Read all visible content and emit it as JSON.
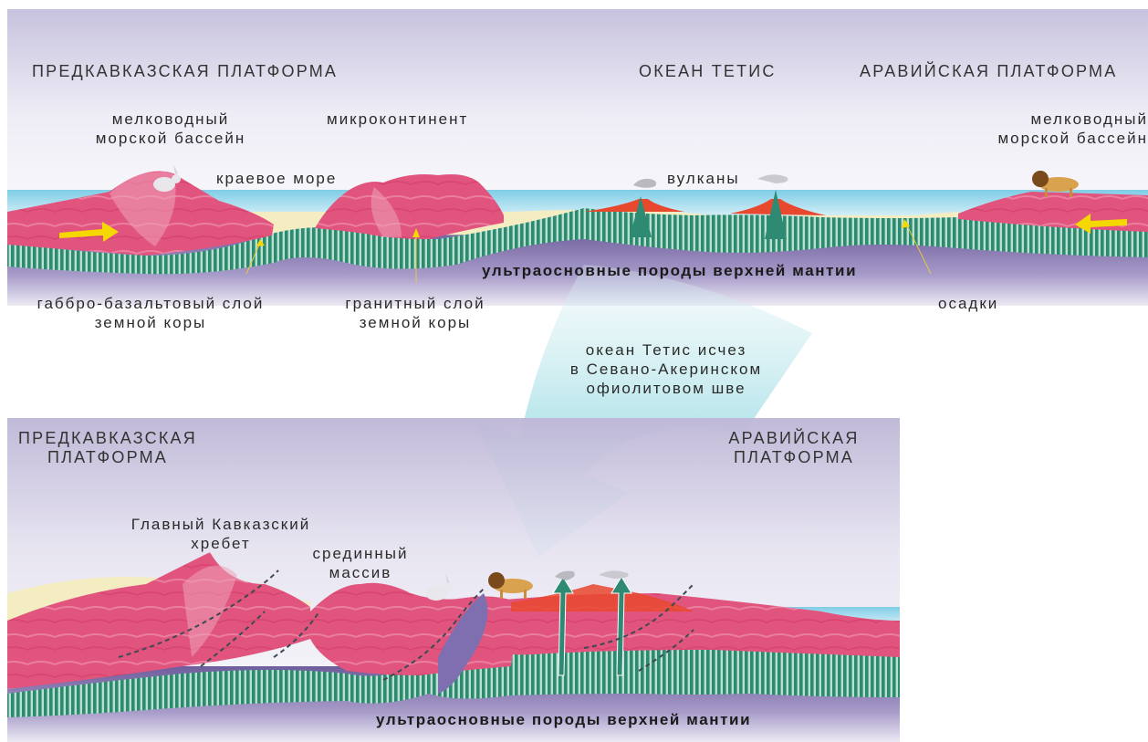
{
  "top": {
    "platform_left": "ПРЕДКАВКАЗСКАЯ ПЛАТФОРМА",
    "ocean": "ОКЕАН ТЕТИС",
    "platform_right": "АРАВИЙСКАЯ ПЛАТФОРМА",
    "shallow_sea_left": [
      "мелководный",
      "морской бассейн"
    ],
    "microcontinent": "микроконтинент",
    "marginal_sea": "краевое море",
    "volcanoes": "вулканы",
    "shallow_sea_right": [
      "мелководный",
      "морской бассейн"
    ],
    "mantle": "ультраосновные породы верхней мантии",
    "gabbro_layer": [
      "габбро-базальтовый слой",
      "земной коры"
    ],
    "granite_layer": [
      "гранитный слой",
      "земной коры"
    ],
    "sediments": "осадки"
  },
  "transition": [
    "океан Тетис исчез",
    "в Севано-Акеринском",
    "офиолитовом шве"
  ],
  "bottom": {
    "platform_left": [
      "ПРЕДКАВКАЗСКАЯ",
      "ПЛАТФОРМА"
    ],
    "platform_right": [
      "АРАВИЙСКАЯ",
      "ПЛАТФОРМА"
    ],
    "main_ridge": [
      "Главный Кавказский",
      "хребет"
    ],
    "median_massif": [
      "срединный",
      "массив"
    ],
    "mantle": "ультраосновные породы верхней мантии"
  },
  "colors": {
    "sky_top": "#f4f3fa",
    "sky_bottom": "#c9c3de",
    "crust_pink": "#e0557f",
    "crust_light": "#ee9ab3",
    "basalt_green": "#2e8a72",
    "mantle_purple": "#8a7ab5",
    "sea_blue": "#8fd3ea",
    "sediment_yellow": "#f4ecc0",
    "arrow_yellow": "#f5d800",
    "lava_red": "#e8482e"
  }
}
